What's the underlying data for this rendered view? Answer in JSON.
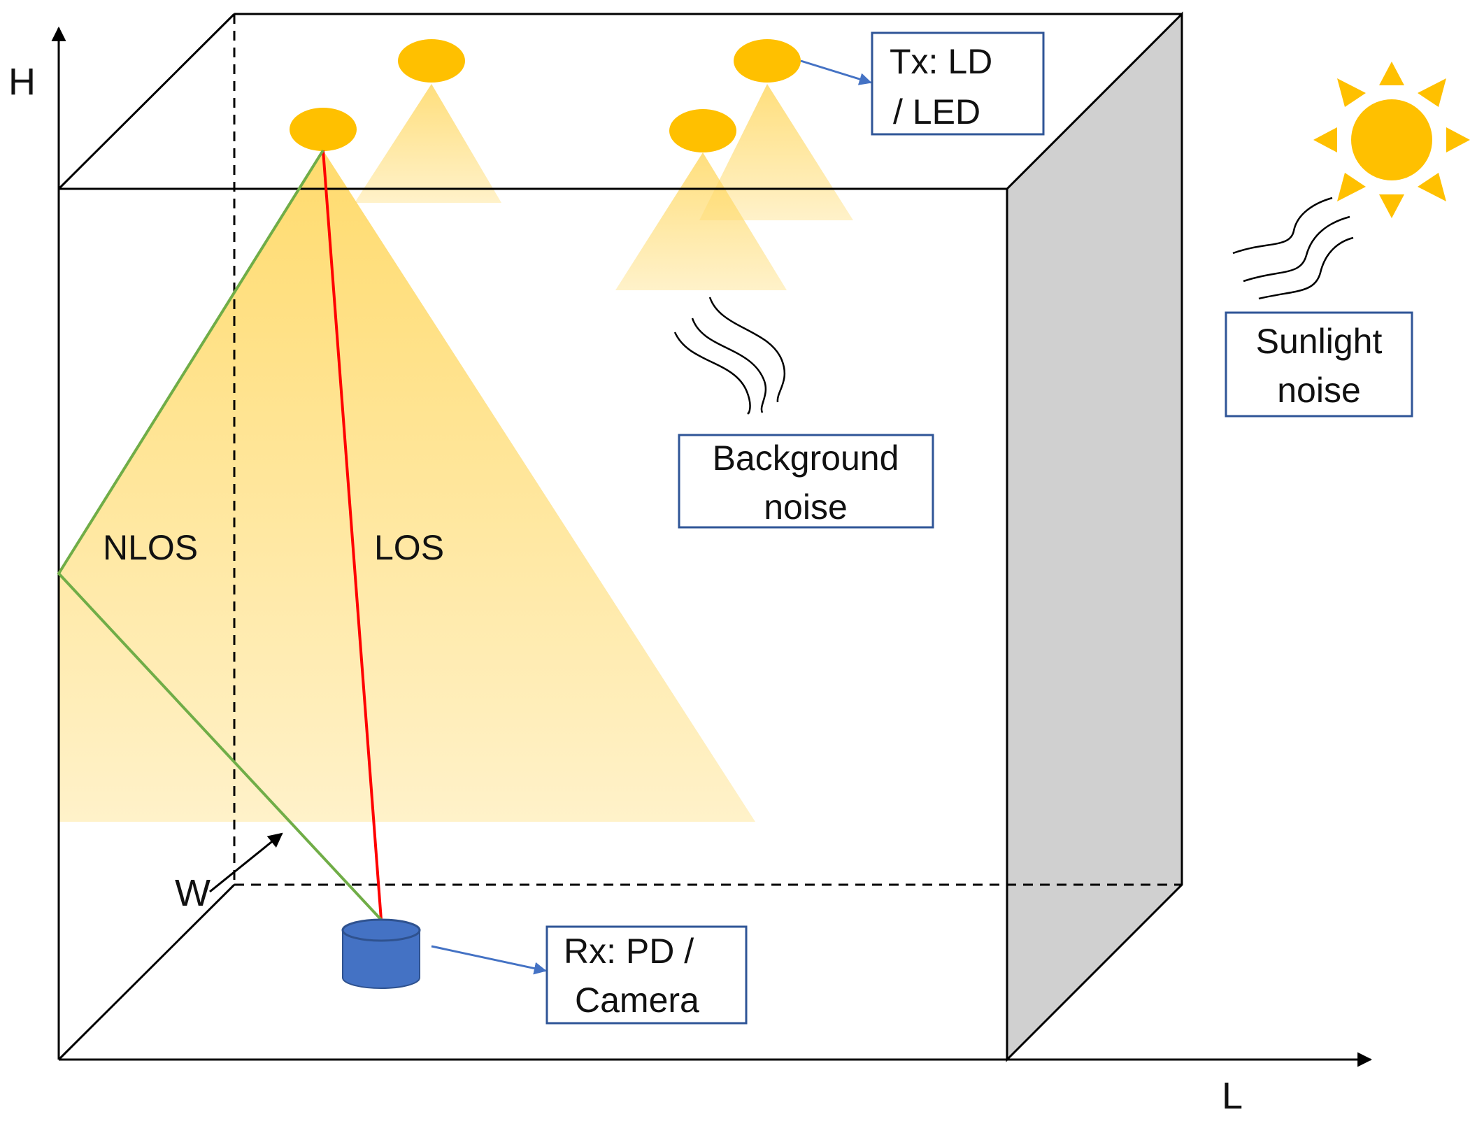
{
  "axes": {
    "height_label": "H",
    "width_label": "W",
    "length_label": "L"
  },
  "paths": {
    "nlos_label": "NLOS",
    "los_label": "LOS"
  },
  "callouts": {
    "tx": {
      "line1": "Tx:  LD",
      "line2": "/ LED"
    },
    "rx": {
      "line1": "Rx:  PD /",
      "line2": "Camera"
    },
    "background": {
      "line1": "Background",
      "line2": "noise"
    },
    "sunlight": {
      "line1": "Sunlight",
      "line2": "noise"
    }
  },
  "icons": {
    "light_source": "ceiling-light-icon",
    "receiver": "photodiode-cylinder-icon",
    "sun": "sun-icon",
    "noise": "noise-wave-icon"
  },
  "colors": {
    "light_source": "#FFC000",
    "light_cone": "#FFD966",
    "los_path": "#FF0000",
    "nlos_path": "#70AD47",
    "receiver": "#4472C4",
    "callout_border": "#2F5597",
    "callout_arrow": "#4472C4",
    "side_wall": "#D0D0D0",
    "sun": "#FFC000"
  }
}
